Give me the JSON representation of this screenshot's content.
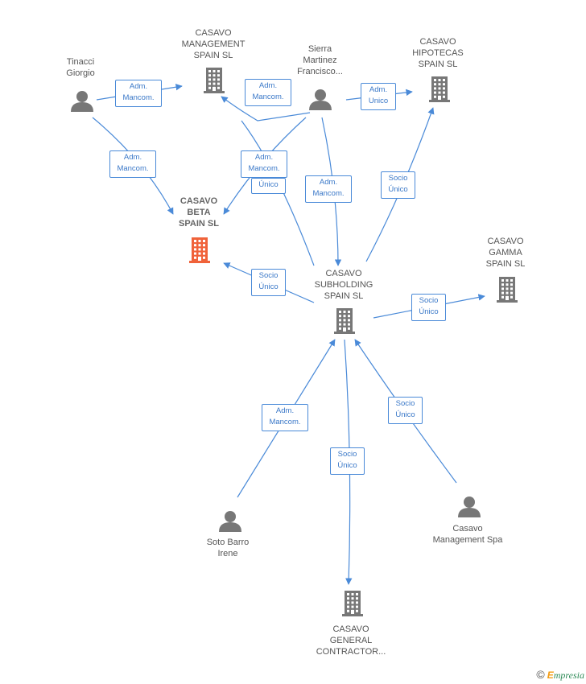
{
  "colors": {
    "edge": "#4a8ad8",
    "node": "#777777",
    "focus_node": "#f0623a"
  },
  "nodes": {
    "tinacci": {
      "label": "Tinacci\nGiorgio",
      "type": "person"
    },
    "casavo_management_spain": {
      "label": "CASAVO\nMANAGEMENT\nSPAIN  SL",
      "type": "company"
    },
    "sierra": {
      "label": "Sierra\nMartinez\nFrancisco...",
      "type": "person"
    },
    "casavo_hipotecas": {
      "label": "CASAVO\nHIPOTECAS\nSPAIN  SL",
      "type": "company"
    },
    "casavo_beta": {
      "label": "CASAVO\nBETA\nSPAIN  SL",
      "type": "company-focus"
    },
    "casavo_gamma": {
      "label": "CASAVO\nGAMMA\nSPAIN  SL",
      "type": "company"
    },
    "casavo_subholding": {
      "label": "CASAVO\nSUBHOLDING\nSPAIN  SL",
      "type": "company"
    },
    "soto_barro": {
      "label": "Soto Barro\nIrene",
      "type": "person"
    },
    "casavo_management_spa": {
      "label": "Casavo\nManagement Spa",
      "type": "person"
    },
    "casavo_general": {
      "label": "CASAVO\nGENERAL\nCONTRACTOR...",
      "type": "company"
    }
  },
  "edges": [
    {
      "label": "Adm.\nMancom."
    },
    {
      "label": "Adm.\nMancom."
    },
    {
      "label": "Adm.\nMancom."
    },
    {
      "label": "Adm.\nMancom."
    },
    {
      "label": "Único"
    },
    {
      "label": "Adm.\nUnico"
    },
    {
      "label": "Adm.\nMancom."
    },
    {
      "label": "Socio\nÚnico"
    },
    {
      "label": "Socio\nÚnico"
    },
    {
      "label": "Socio\nÚnico"
    },
    {
      "label": "Adm.\nMancom."
    },
    {
      "label": "Socio\nÚnico"
    },
    {
      "label": "Socio\nÚnico"
    }
  ],
  "brand": {
    "symbol": "©",
    "initial": "E",
    "name": "mpresia"
  }
}
